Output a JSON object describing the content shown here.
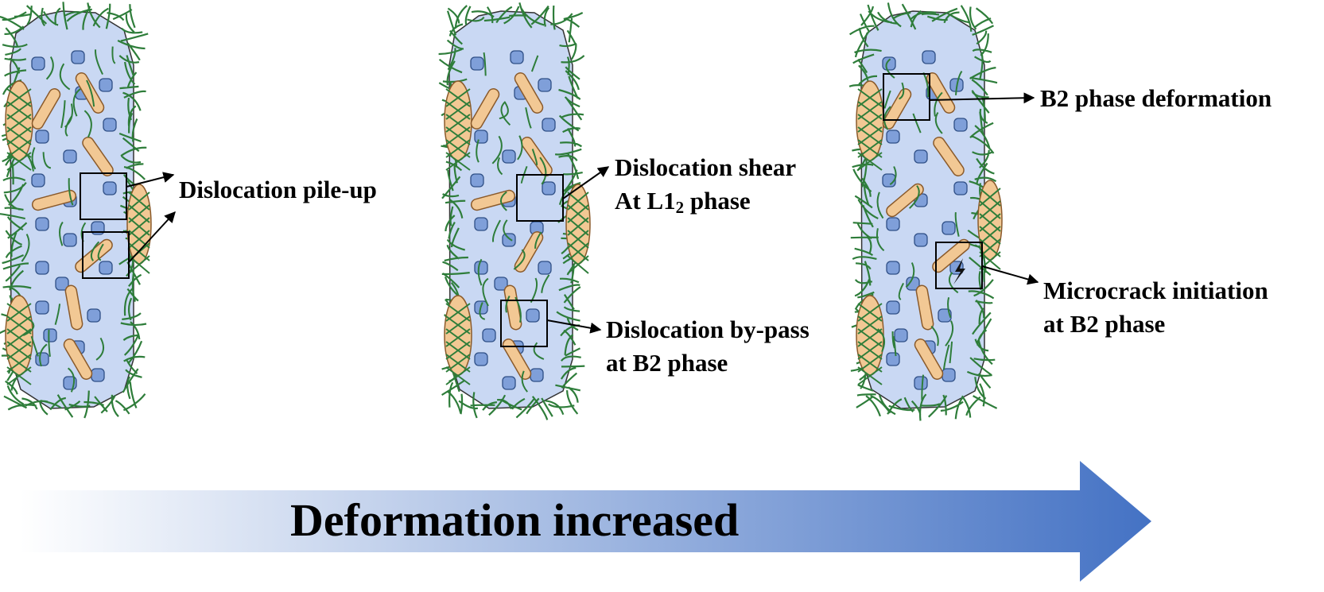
{
  "stages": [
    {
      "name": "stage-1",
      "labels": [
        {
          "id": "pileup",
          "text": "Dislocation pile-up"
        }
      ]
    },
    {
      "name": "stage-2",
      "labels": [
        {
          "id": "shear",
          "line1": "Dislocation shear",
          "line2_prefix": "At L1",
          "line2_sub": "2",
          "line2_suffix": " phase"
        },
        {
          "id": "bypass",
          "line1": "Dislocation by-pass",
          "line2": "at B2 phase"
        }
      ]
    },
    {
      "name": "stage-3",
      "labels": [
        {
          "id": "b2def",
          "text": "B2 phase deformation"
        },
        {
          "id": "crack",
          "line1": "Microcrack initiation",
          "line2": "at B2 phase"
        }
      ]
    }
  ],
  "arrow": {
    "label": "Deformation increased",
    "color_start": "#ffffff",
    "color_end": "#4472c4"
  },
  "colors": {
    "grain_fill": "#c9d8f3",
    "boundary_line": "#2e7d3a",
    "precipitate_b2": "#f2c894",
    "precipitate_b2_stroke": "#8a5a2b",
    "particle_l12": "#7f9fd9",
    "particle_l12_stroke": "#2f4f86",
    "dislocation": "#2e7d3a"
  }
}
